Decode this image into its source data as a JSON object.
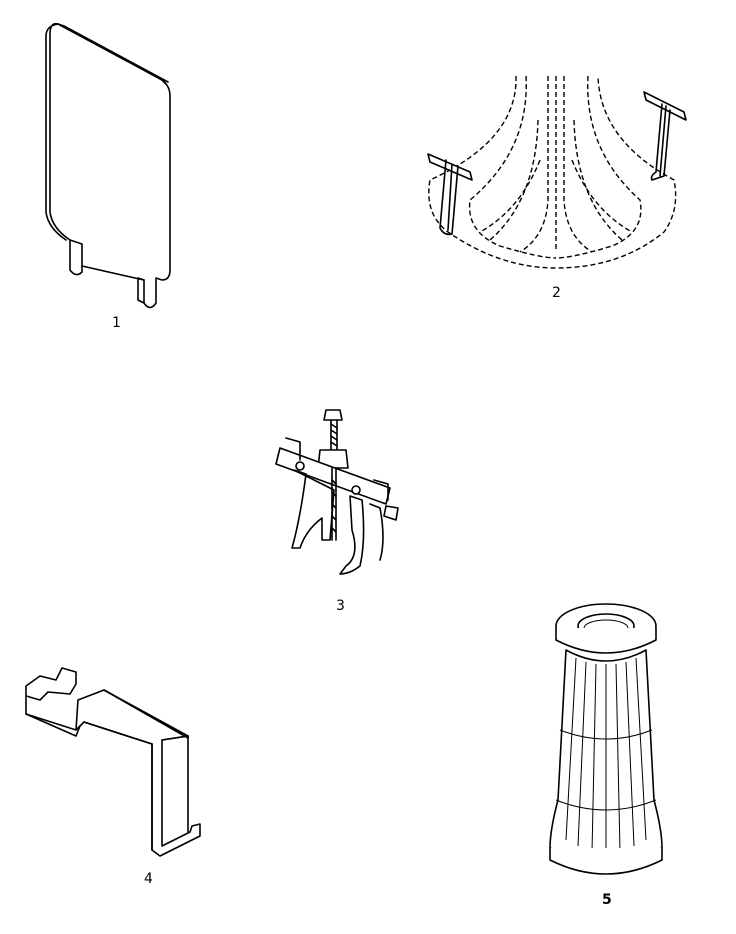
{
  "parts": [
    {
      "label": "1",
      "icon": "divider-panel-icon"
    },
    {
      "label": "2",
      "icon": "hub-puller-tool-icon"
    },
    {
      "label": "3",
      "icon": "gear-puller-icon"
    },
    {
      "label": "4",
      "icon": "bracket-icon"
    },
    {
      "label": "5",
      "icon": "agitator-icon"
    }
  ]
}
